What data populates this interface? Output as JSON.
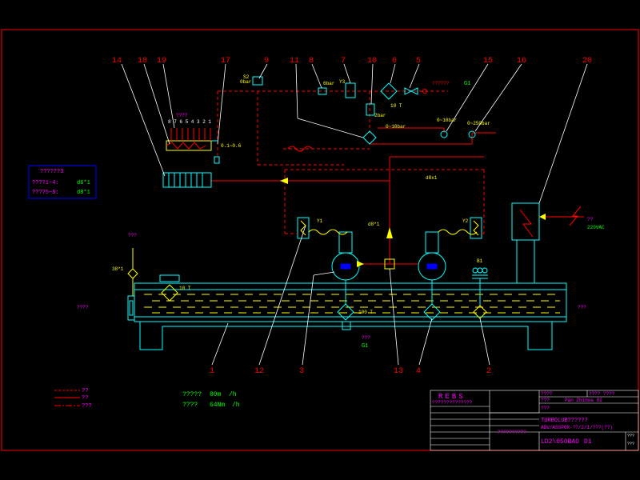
{
  "callouts": {
    "c14": "14",
    "c18": "18",
    "c19": "19",
    "c17": "17",
    "c9": "9",
    "c11": "11",
    "c8": "8",
    "c7": "7",
    "c10": "10",
    "c6": "6",
    "c5": "5",
    "c15": "15",
    "c16": "16",
    "c20": "20",
    "c1": "1",
    "c12": "12",
    "c3": "3",
    "c13": "13",
    "c4": "4",
    "c2": "2"
  },
  "labels": {
    "pipe_top": "??????",
    "g1_top": "G1",
    "g1_bottom": "G1",
    "bar_8": "6bar",
    "y3": "Y3",
    "s2": "S2",
    "s2_sub": "0bar",
    "mbar": "2bar",
    "tenbar": "10 T",
    "gauge_10": "0~10bar",
    "gauge_15": "0~10bar",
    "gauge_16": "0~250bar",
    "manifold_q": "????",
    "manifold_nums": "8 7 6 5 4 3 2 1",
    "range_17": "0.1~0.6",
    "pipe_d8": "d8x1",
    "pipe_d8b": "d8*1",
    "y1": "Y1",
    "y2": "Y2",
    "left_q": "???",
    "left_38": "38*1",
    "left_in": "????",
    "right_out": "???",
    "bottom_q": "???",
    "b1": "B1",
    "tank_label": "10 T",
    "tank_temp": "100 T",
    "power_q": "??",
    "power_v": "220VAC"
  },
  "legend_box": {
    "title": "??????3",
    "row1_label": "????1~4:",
    "row1_value": "d6*1",
    "row2_label": "????5~8:",
    "row2_value": "d8*1"
  },
  "line_legend": {
    "item1": "??",
    "item2": "??",
    "item3": "???"
  },
  "flows": {
    "line1_label": "?????",
    "line1_value": "80m",
    "line1_unit": "/h",
    "line2_label": "????",
    "line2_value": "64Nm",
    "line2_unit": "/h"
  },
  "title_block": {
    "logo": "REBS",
    "logo_sub": "??????????????",
    "cell_a": "????",
    "cell_b": "???? ????",
    "cell_c": "???",
    "cell_d": "Pan Zhihua 02",
    "cell_e": "???",
    "title1": "TURBOLUB??????",
    "title2": "ADV/ASSPOR-??/2/1/???(??)",
    "drawing_no": "LD2\\050BAO",
    "sheet": "D1",
    "side_a": "???",
    "side_b": "???",
    "row_q": "??????????"
  },
  "colors": {
    "frame": "#ff0000",
    "equipment": "#00ffff",
    "yellow": "#ffff00",
    "magenta": "#ff00ff",
    "green": "#00ff00",
    "white": "#ffffff"
  }
}
